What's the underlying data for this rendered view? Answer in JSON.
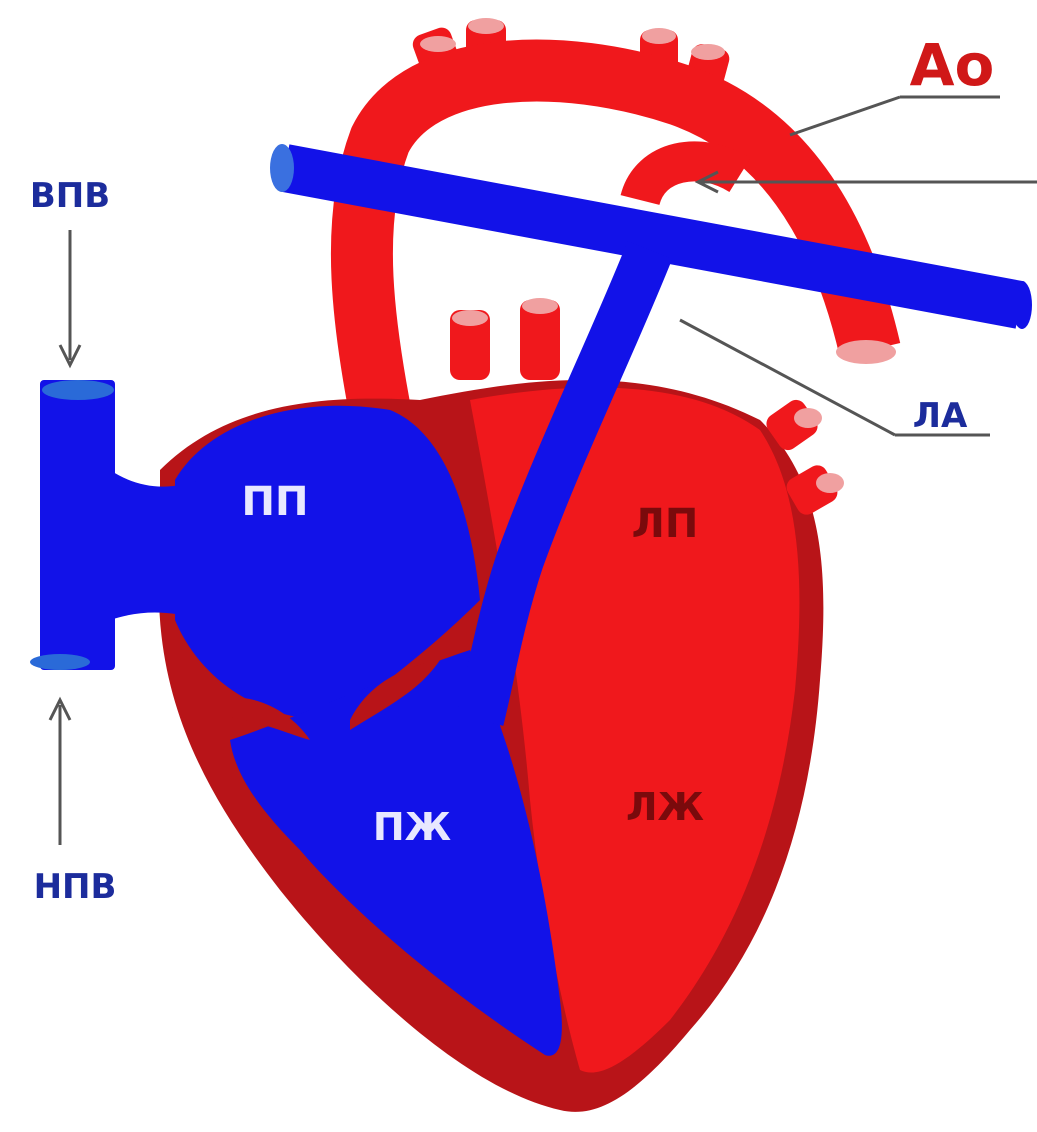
{
  "diagram": {
    "labels": {
      "svc": "ВПВ",
      "ivc": "НПВ",
      "ao": "Ао",
      "pa": "ЛА",
      "ra": "ПП",
      "la": "ЛП",
      "rv": "ПЖ",
      "lv": "ЛЖ"
    },
    "colors": {
      "arterial": "#f0181c",
      "venous": "#1212e8",
      "myocardium": "#b81418",
      "label_blue": "#1c2c9c",
      "label_red": "#d01818",
      "label_dark": "#7a0a0c"
    }
  }
}
